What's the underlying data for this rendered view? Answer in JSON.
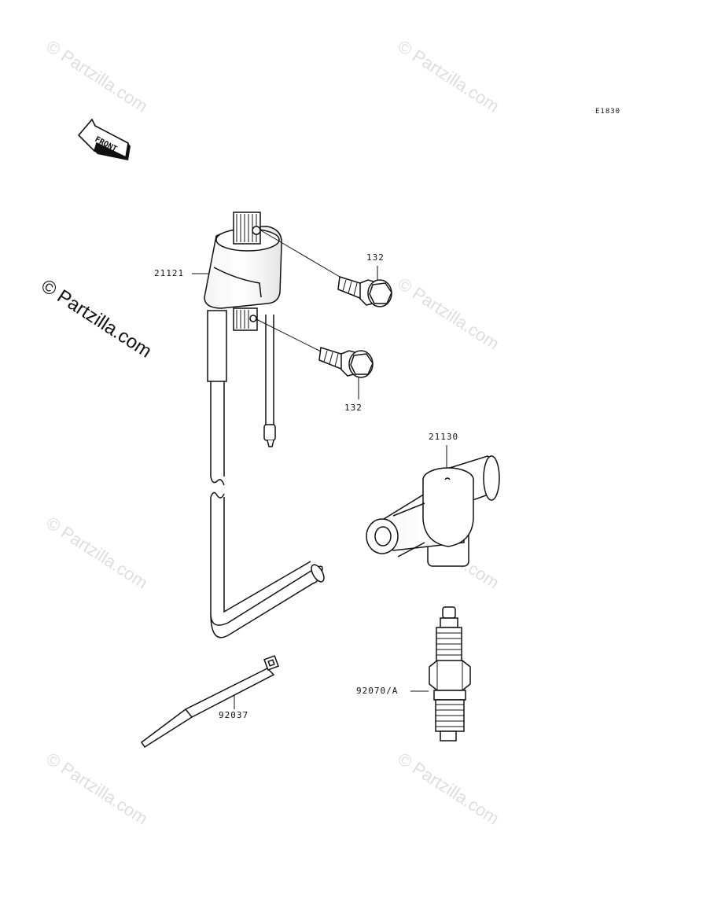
{
  "drawing_code": "E1830",
  "watermark": "© Partzilla.com",
  "front_arrow": "FRONT",
  "parts": {
    "coil": "21121",
    "bolt_upper": "132",
    "bolt_lower": "132",
    "plug_cap": "21130",
    "spark_plug": "92070/A",
    "clamp": "92037"
  },
  "icons": [
    "front-arrow-icon",
    "ignition-coil",
    "bolt",
    "spark-plug-cap",
    "spark-plug",
    "cable-tie"
  ]
}
